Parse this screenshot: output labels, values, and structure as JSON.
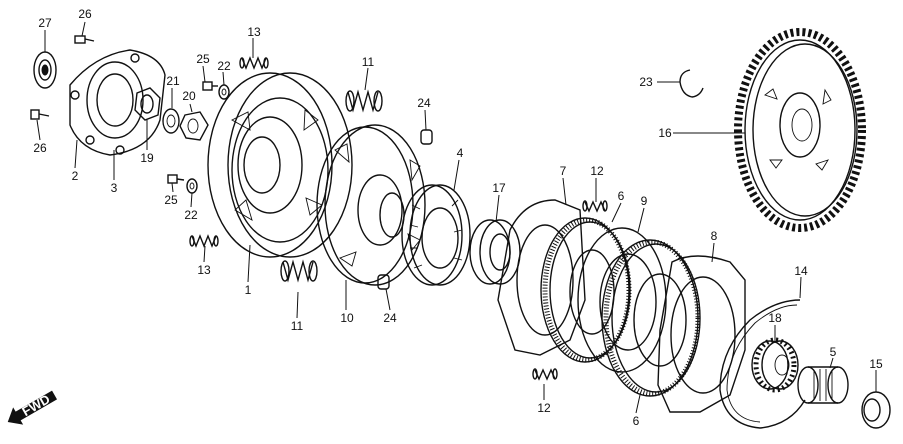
{
  "fwd_label": "FWD",
  "callouts": [
    "27",
    "26",
    "13",
    "25",
    "22",
    "11",
    "21",
    "20",
    "24",
    "19",
    "2",
    "3",
    "26",
    "25",
    "22",
    "4",
    "17",
    "7",
    "12",
    "6",
    "9",
    "23",
    "16",
    "13",
    "1",
    "10",
    "11",
    "24",
    "8",
    "14",
    "18",
    "5",
    "15",
    "12",
    "6"
  ]
}
